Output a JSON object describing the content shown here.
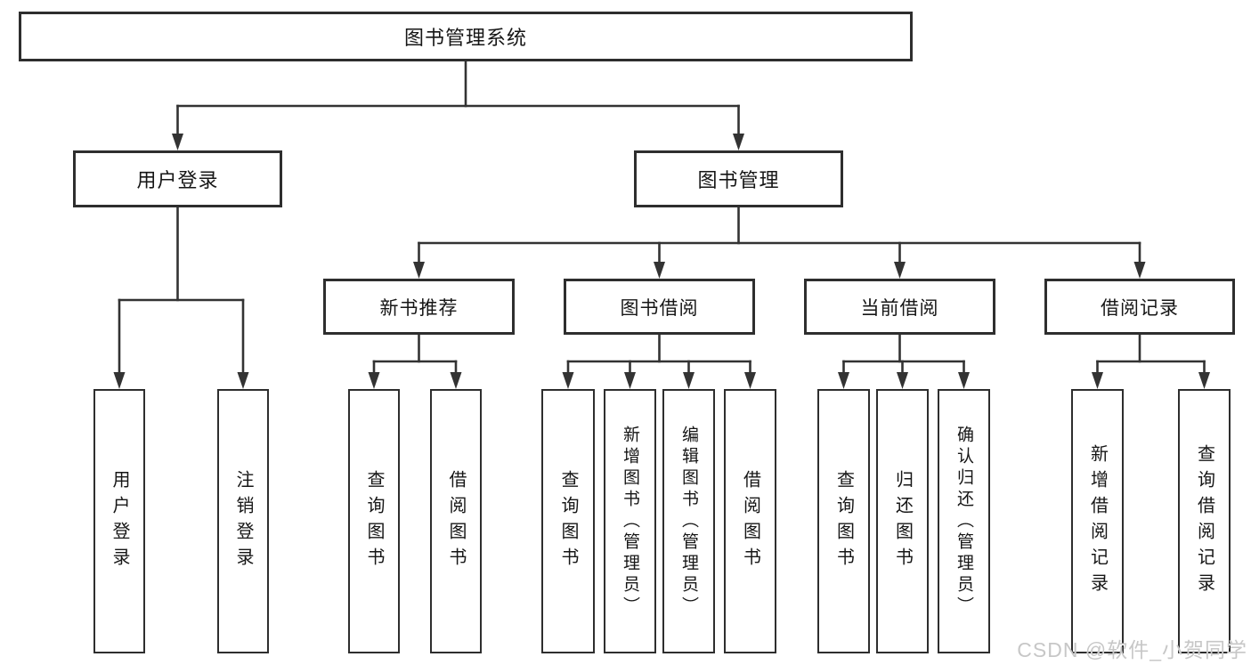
{
  "diagram": {
    "tree": {
      "label": "图书管理系统",
      "children": [
        {
          "label": "用户登录",
          "children": [
            {
              "label": "用户登录"
            },
            {
              "label": "注销登录"
            }
          ]
        },
        {
          "label": "图书管理",
          "children": [
            {
              "label": "新书推荐",
              "children": [
                {
                  "label": "查询图书"
                },
                {
                  "label": "借阅图书"
                }
              ]
            },
            {
              "label": "图书借阅",
              "children": [
                {
                  "label": "查询图书"
                },
                {
                  "label": "新增图书（管理员）"
                },
                {
                  "label": "编辑图书（管理员）"
                },
                {
                  "label": "借阅图书"
                }
              ]
            },
            {
              "label": "当前借阅",
              "children": [
                {
                  "label": "查询图书"
                },
                {
                  "label": "归还图书"
                },
                {
                  "label": "确认归还（管理员）"
                }
              ]
            },
            {
              "label": "借阅记录",
              "children": [
                {
                  "label": "新增借阅记录"
                },
                {
                  "label": "查询借阅记录"
                }
              ]
            }
          ]
        }
      ]
    },
    "watermark": "CSDN @软件_小贺同学",
    "colors": {
      "line": "#333333",
      "box_border": "#2e2e2e",
      "text": "#161616",
      "watermark": "#c7c7c7",
      "background": "#ffffff"
    }
  }
}
